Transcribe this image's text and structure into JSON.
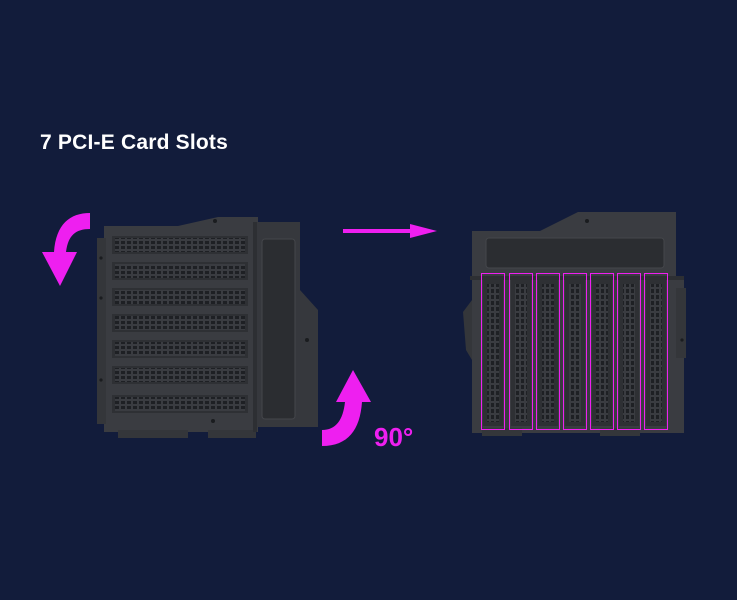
{
  "title": "7 PCI-E Card Slots",
  "rotation_label": "90°",
  "colors": {
    "background": "#121c3b",
    "bracket": "#3a3c41",
    "bracket_dark": "#2a2c30",
    "slot_hole": "#1e2024",
    "accent": "#ee1ff0"
  },
  "slot_count": 7
}
